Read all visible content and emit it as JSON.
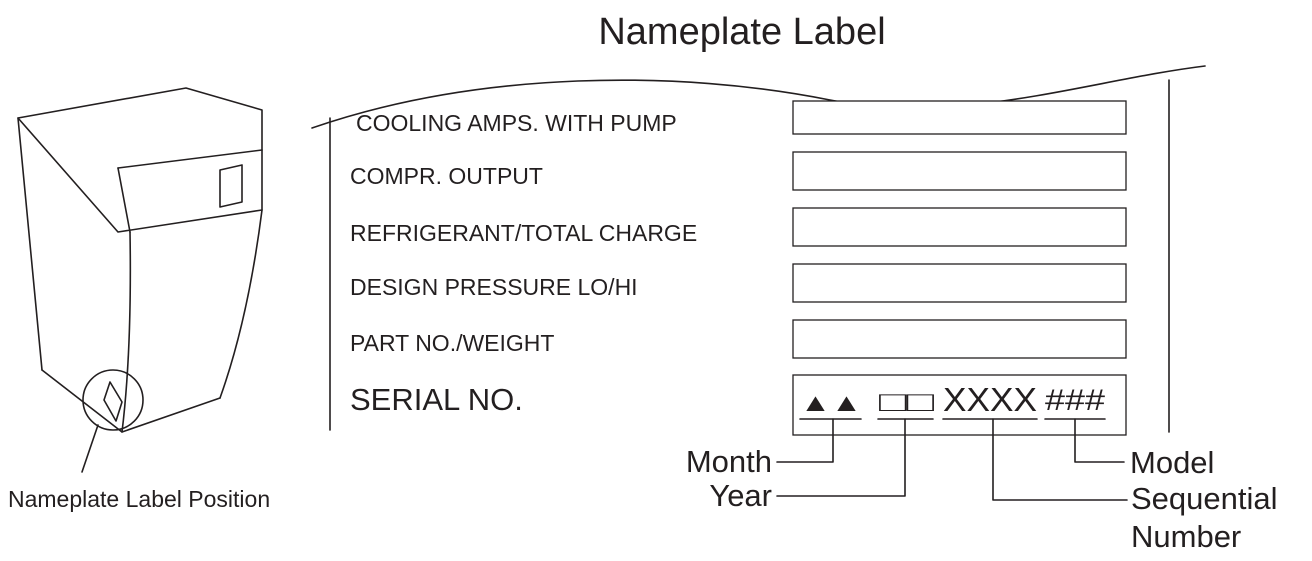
{
  "title": "Nameplate Label",
  "position_caption": "Nameplate Label Position",
  "fields": [
    {
      "label": "COOLING AMPS. WITH PUMP"
    },
    {
      "label": "COMPR. OUTPUT"
    },
    {
      "label": "REFRIGERANT/TOTAL CHARGE"
    },
    {
      "label": "DESIGN PRESSURE LO/HI"
    },
    {
      "label": "PART NO./WEIGHT"
    }
  ],
  "serial": {
    "label": "SERIAL NO.",
    "month_code": "▲▲",
    "year_code": "□□",
    "sequence_code": "XXXX",
    "model_code": "###"
  },
  "callouts": {
    "month": "Month",
    "year": "Year",
    "model": "Model",
    "sequential_line1": "Sequential",
    "sequential_line2": "Number"
  },
  "colors": {
    "ink": "#231f20",
    "background": "#ffffff"
  }
}
